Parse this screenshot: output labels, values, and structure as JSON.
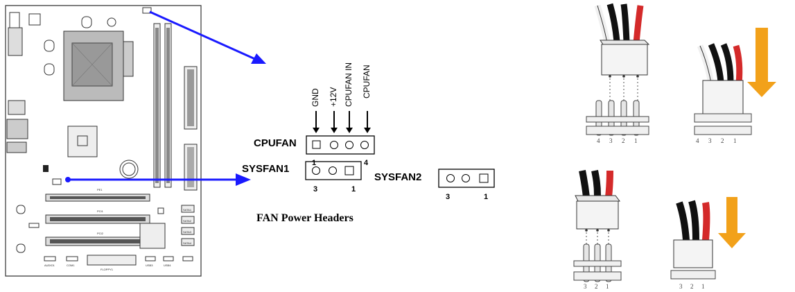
{
  "diagram": {
    "caption": "FAN Power Headers",
    "cpufan": {
      "label": "CPUFAN",
      "pins": [
        "GND",
        "+12V",
        "CPUFAN IN",
        "CPUFAN"
      ],
      "pin_start": "1",
      "pin_end": "4"
    },
    "sysfan1": {
      "label": "SYSFAN1",
      "pin_start": "3",
      "pin_end": "1"
    },
    "sysfan2": {
      "label": "SYSFAN2",
      "pin_start": "3",
      "pin_end": "1"
    },
    "board_silkscreen": [
      "PE1",
      "PCI1",
      "PCI2",
      "FLOPPY1",
      "AUDIO1",
      "COM1",
      "USB3",
      "USB4",
      "SATA1",
      "SATA2",
      "SATA3",
      "SATA4"
    ],
    "fan_pin_numbers_4pin": [
      "4",
      "3",
      "2",
      "1"
    ],
    "fan_pin_numbers_3pin": [
      "3",
      "2",
      "1"
    ],
    "colors": {
      "arrow": "#1a1aff",
      "wire_red": "#d42a2a",
      "wire_black": "#111111",
      "orange_arrow": "#f2a11a"
    }
  }
}
